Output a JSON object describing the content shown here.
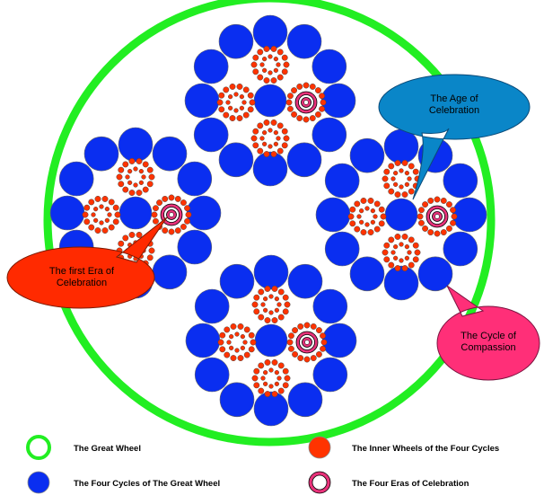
{
  "colors": {
    "great_wheel": "#22ee22",
    "cycle": "#0a2ef0",
    "inner_wheel": "#ff3300",
    "era_ring": "#e8327a",
    "bubble_age": "#0a86c8",
    "bubble_first_era": "#ff2a00",
    "bubble_compassion": "#ff2f78"
  },
  "callouts": {
    "age": {
      "line1": "The Age of",
      "line2": "Celebration"
    },
    "first_era": {
      "line1": "The first Era of",
      "line2": "Celebration"
    },
    "compassion": {
      "line1": "The Cycle of",
      "line2": "Compassion"
    }
  },
  "legend": [
    {
      "label": "The Great Wheel",
      "icon": "green-ring-icon"
    },
    {
      "label": "The Inner Wheels of the Four Cycles",
      "icon": "red-dot-icon"
    },
    {
      "label": "The Four Cycles of The Great Wheel",
      "icon": "blue-dot-icon"
    },
    {
      "label": "The Four Eras of Celebration",
      "icon": "pink-ring-icon"
    }
  ]
}
